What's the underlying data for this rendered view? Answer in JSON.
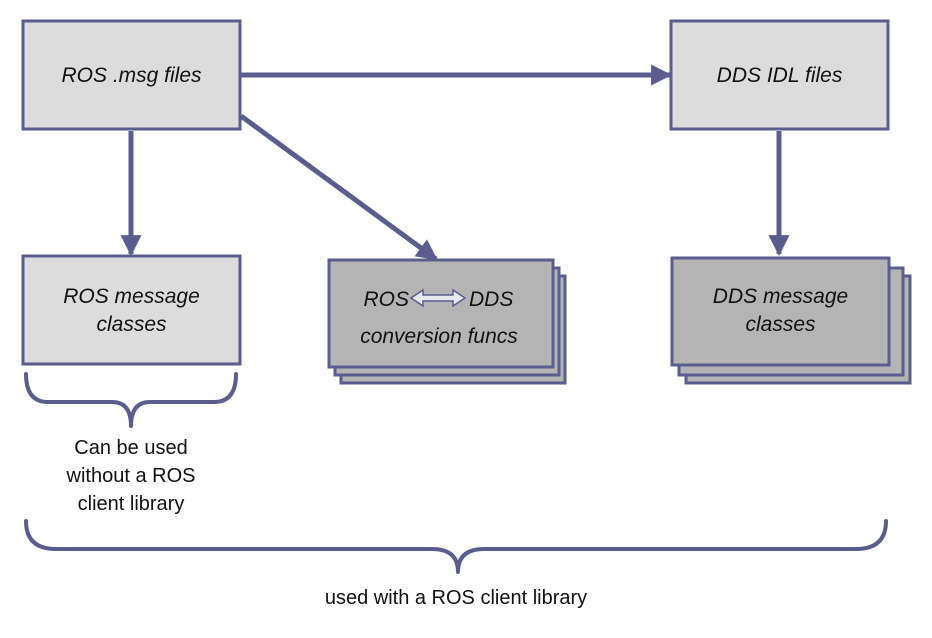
{
  "diagram": {
    "nodes": {
      "ros_msg_files": {
        "label": "ROS .msg files"
      },
      "dds_idl_files": {
        "label": "DDS IDL files"
      },
      "ros_message_classes": {
        "line1": "ROS message",
        "line2": "classes"
      },
      "conversion_funcs": {
        "line1_left": "ROS",
        "line1_right": "DDS",
        "line2": "conversion funcs"
      },
      "dds_message_classes": {
        "line1": "DDS message",
        "line2": "classes"
      }
    },
    "annotations": {
      "without_client_lib": {
        "line1": "Can be used",
        "line2": "without a ROS",
        "line3": "client library"
      },
      "with_client_lib": {
        "label": "used with a ROS client library"
      }
    },
    "colors": {
      "box_fill_light": "#dcdcdc",
      "box_fill_dark": "#b4b4b4",
      "stroke": "#5a5d8e",
      "text": "#111111"
    }
  }
}
